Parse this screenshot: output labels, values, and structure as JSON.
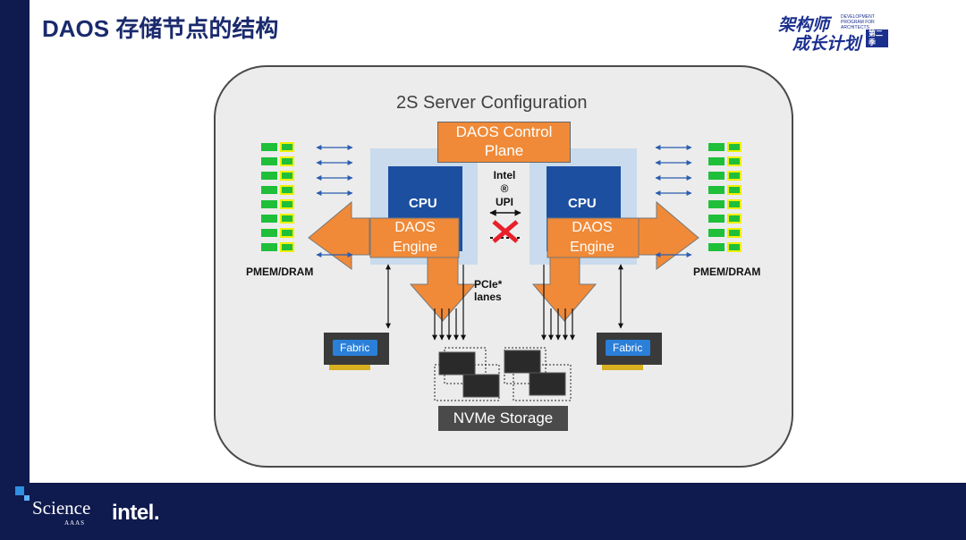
{
  "header": {
    "title": "DAOS 存储节点的结构",
    "logo_main_line1": "架构师",
    "logo_main_line2": "成长计划",
    "logo_small_text": "DEVELOPMENT PROGRAM FOR ARCHITECTS",
    "logo_tag": "第二季"
  },
  "diagram": {
    "config_title": "2S Server Configuration",
    "control_plane": "DAOS Control Plane",
    "cpu_left": "CPU",
    "cpu_right": "CPU",
    "engine_left": "DAOS Engine",
    "engine_right": "DAOS Engine",
    "upi_label": "Intel ® UPI",
    "pcie_label": "PCIe* lanes",
    "pmem_left": "PMEM/DRAM",
    "pmem_right": "PMEM/DRAM",
    "fabric_left": "Fabric",
    "fabric_right": "Fabric",
    "nvme_label": "NVMe Storage",
    "colors": {
      "engine_orange": "#f08a38",
      "cpu_blue": "#1d4fa0",
      "dimm_green": "#1fbf3a",
      "dimm_yellow": "#f0f000",
      "upi_cross": "#e8202a"
    }
  },
  "footer": {
    "science": "Science",
    "aaas": "AAAS",
    "intel": "intel."
  }
}
